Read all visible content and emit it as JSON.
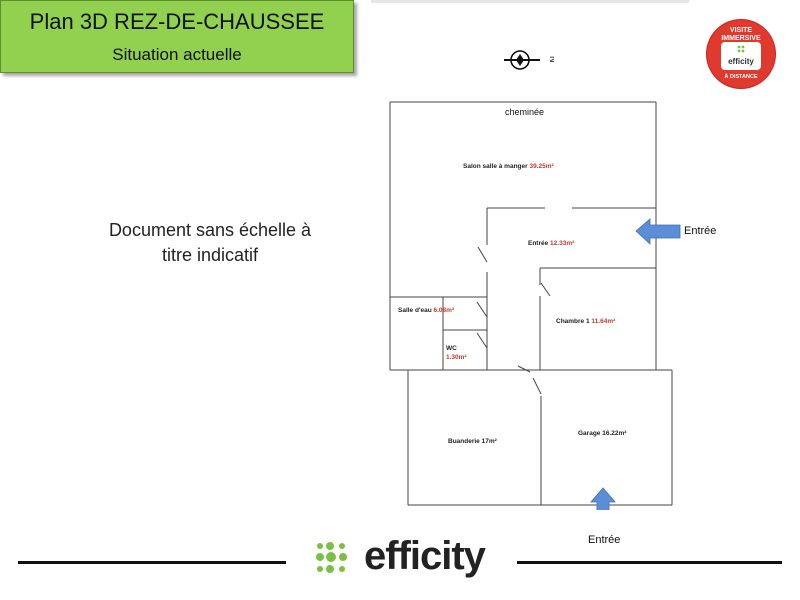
{
  "header": {
    "title": "Plan 3D REZ-DE-CHAUSSEE",
    "subtitle": "Situation actuelle"
  },
  "disclaimer": {
    "line1": "Document sans échelle à",
    "line2": "titre indicatif"
  },
  "plan": {
    "chimney_label": "cheminée",
    "rooms": [
      {
        "name": "Salon salle à manger",
        "area": "39.25m²"
      },
      {
        "name": "Entrée",
        "area": "12.33m²"
      },
      {
        "name": "Salle d'eau",
        "area": "6.08m²"
      },
      {
        "name": "Chambre 1",
        "area": "11.64m²"
      },
      {
        "name": "WC",
        "area": "1.30m²"
      },
      {
        "name": "Buanderie",
        "area": "17m²"
      },
      {
        "name": "Garage",
        "area": "16.22m²"
      }
    ],
    "entry_labels": [
      "Entrée",
      "Entrée"
    ],
    "compass_icon": "north-compass-icon",
    "arrow_color": "#5b8ed6"
  },
  "badge": {
    "top_line1": "VISITE",
    "top_line2": "IMMERSIVE",
    "brand": "efficity",
    "bottom": "À DISTANCE",
    "color": "#e03a2f"
  },
  "footer": {
    "logo_text": "efficity",
    "logo_dot_color": "#7ac142"
  }
}
